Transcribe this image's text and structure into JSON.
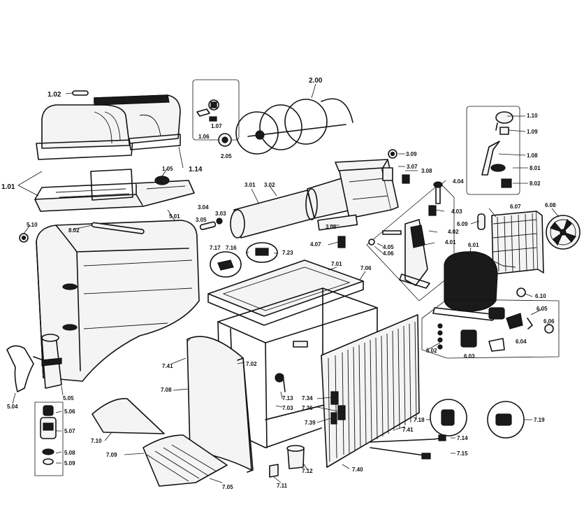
{
  "labels": {
    "l_1_02": "1.02",
    "l_2_00": "2.00",
    "l_1_10": "1.10",
    "l_1_09": "1.09",
    "l_1_07": "1.07",
    "l_1_06": "1.06",
    "l_2_05": "2.05",
    "l_3_09": "3.09",
    "l_1_08": "1.08",
    "l_1_05": "1.05",
    "l_1_14": "1.14",
    "l_3_07": "3.07",
    "l_3_08": "3.08",
    "l_8_01": "8.01",
    "l_1_01": "1.01",
    "l_3_01": "3.01",
    "l_3_02": "3.02",
    "l_8_02": "8.02",
    "l_4_04": "4.04",
    "l_6_07": "6.07",
    "l_6_08": "6.08",
    "l_5_01": "5.01",
    "l_3_04": "3.04",
    "l_3_03": "3.03",
    "l_4_03": "4.03",
    "l_3_05": "3.05",
    "l_6_09": "6.09",
    "l_5_10": "5.10",
    "l_8_02b": "8.02",
    "l_3_06": "3.06",
    "l_4_02": "4.02",
    "l_4_07": "4.07",
    "l_4_05": "4.05",
    "l_4_01": "4.01",
    "l_6_01": "6.01",
    "l_4_06": "4.06",
    "l_7_17": "7.17",
    "l_7_16": "7.16",
    "l_7_23": "7.23",
    "l_7_01": "7.01",
    "l_7_06": "7.06",
    "l_6_10": "6.10",
    "l_6_05": "6.05",
    "l_6_06": "6.06",
    "l_6_04": "6.04",
    "l_6_02": "6.02",
    "l_6_03": "6.03",
    "l_7_41": "7.41",
    "l_7_02": "7.02",
    "l_7_08": "7.08",
    "l_5_05": "5.05",
    "l_5_04": "5.04",
    "l_7_13": "7.13",
    "l_7_34": "7.34",
    "l_7_03": "7.03",
    "l_7_36": "7.36",
    "l_5_06": "5.06",
    "l_7_18": "7.18",
    "l_7_19": "7.19",
    "l_7_39": "7.39",
    "l_5_07": "5.07",
    "l_7_41b": "7.41",
    "l_7_10": "7.10",
    "l_7_14": "7.14",
    "l_5_08": "5.08",
    "l_7_09": "7.09",
    "l_7_15": "7.15",
    "l_5_09": "5.09",
    "l_7_12": "7.12",
    "l_7_40": "7.40",
    "l_7_05": "7.05",
    "l_7_11": "7.11"
  }
}
